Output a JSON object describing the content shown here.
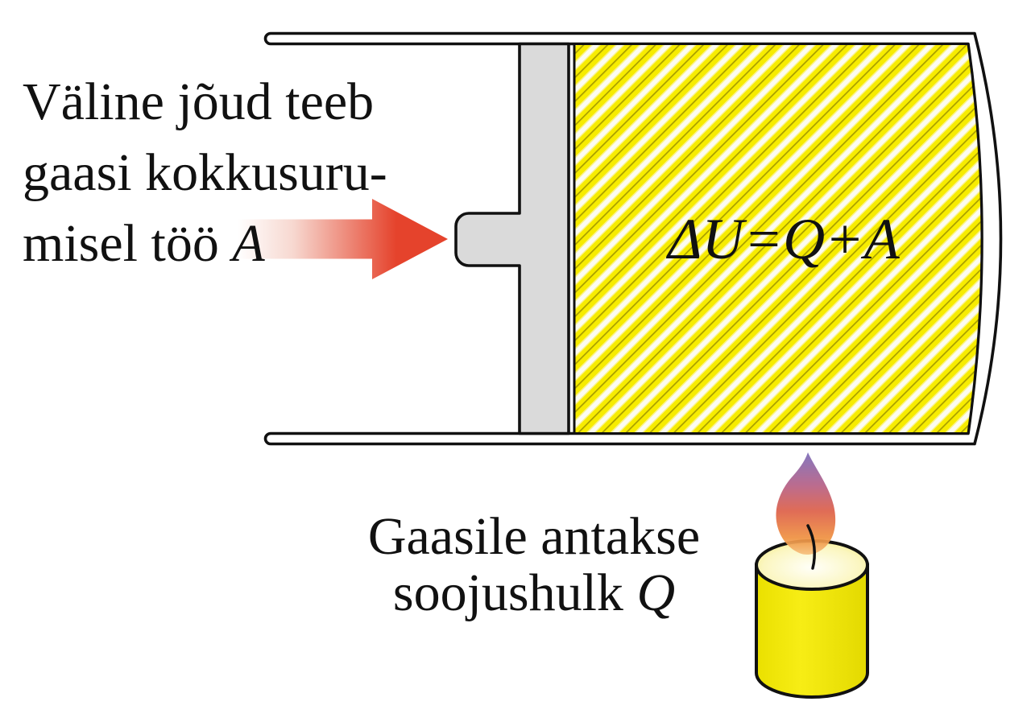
{
  "force_label": {
    "line1": "Väline jõud teeb",
    "line2": "gaasi kokkusuru-",
    "line3_prefix": "misel töö ",
    "line3_var": "A"
  },
  "formula": {
    "text": "ΔU=Q+A"
  },
  "heat_label": {
    "line1": "Gaasile antakse",
    "line2_prefix": "soojushulk ",
    "line2_var": "Q"
  },
  "colors": {
    "outline_black": "#111111",
    "gas_hatch_yellow": "#f7ec00",
    "gas_hatch_dark_line": "#a89e00",
    "gas_hatch_background": "#fcfcf2",
    "piston_gray": "#dadada",
    "arrow_red": "#e5432c",
    "arrow_fade": "#ffffff",
    "candle_yellow": "#f2e90f",
    "candle_top_highlight": "#fffff8",
    "flame_tip_purple": "#7a6cba",
    "flame_mid_red": "#dd5f48",
    "flame_base_orange": "#f7c787",
    "text_black": "#111111"
  }
}
